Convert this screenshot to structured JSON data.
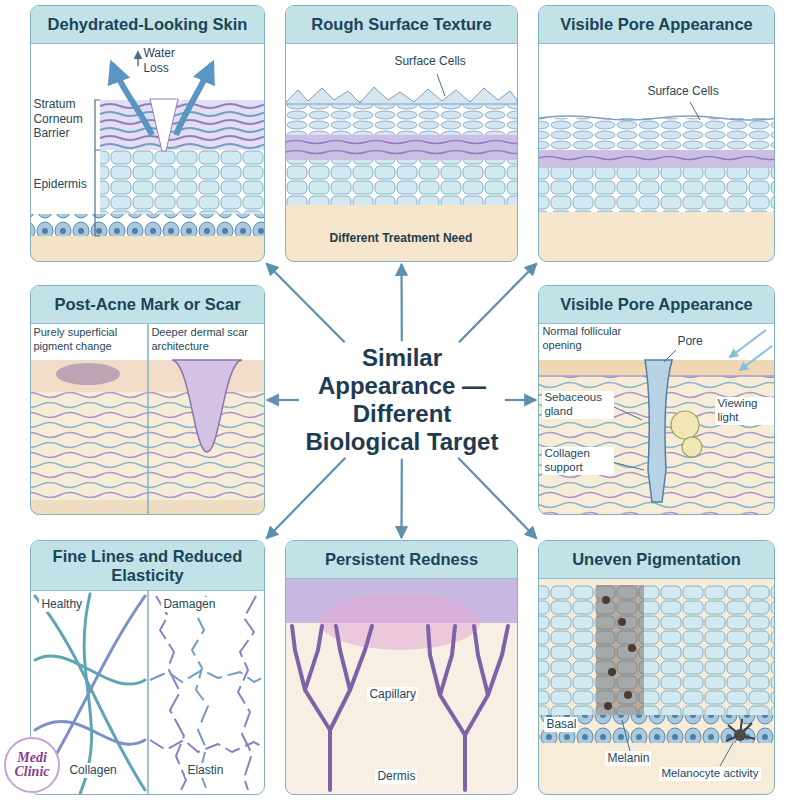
{
  "diagram": {
    "nodes": [
      {
        "text": [
          "Dehydrated-Looking Skin",
          "Water Loss",
          "Stratum Corneum Barrier",
          "Epidermis"
        ]
      },
      {
        "text": [
          "Rough Surface Texture",
          "Surface Cells",
          "Different Treatment Need"
        ]
      },
      {
        "text": [
          "Visible Pore Appearance",
          "Surface Cells"
        ]
      },
      {
        "text": [
          "Post-Acne Mark or Scar",
          "Purely superficial pigment change",
          "Deeper dermal scar architecture"
        ]
      },
      {
        "text": [
          "Similar Appearance — Different Biological Target"
        ]
      },
      {
        "text": [
          "Visible Pore Appearance",
          "Normal follicular opening",
          "Pore",
          "Sebaceous gland",
          "Collagen support",
          "Viewing light"
        ]
      },
      {
        "text": [
          "Fine Lines and Reduced Elasticity",
          "Healthy",
          "Damagen",
          "Collagen",
          "Elastin"
        ]
      },
      {
        "text": [
          "Persistent Redness",
          "Capillary",
          "Dermis"
        ]
      },
      {
        "text": [
          "Uneven Pigmentation",
          "Basal",
          "Melanin",
          "Melanocyte activity"
        ]
      }
    ],
    "edges": [
      {
        "from": 4,
        "to": 0,
        "arrow": "to"
      },
      {
        "from": 4,
        "to": 1,
        "arrow": "to"
      },
      {
        "from": 4,
        "to": 2,
        "arrow": "to"
      },
      {
        "from": 4,
        "to": 3,
        "arrow": "to"
      },
      {
        "from": 4,
        "to": 5,
        "arrow": "to"
      },
      {
        "from": 4,
        "to": 6,
        "arrow": "to"
      },
      {
        "from": 4,
        "to": 7,
        "arrow": "to"
      },
      {
        "from": 4,
        "to": 8,
        "arrow": "to"
      }
    ],
    "labels": [
      "Medi Clinic"
    ]
  }
}
